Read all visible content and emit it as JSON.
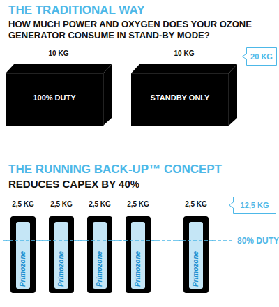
{
  "diagram": {
    "title": "THE TRADITIONAL WAY",
    "nodes": [
      {
        "text": [
          "10 KG",
          "100% DUTY"
        ]
      },
      {
        "text": [
          "10 KG",
          "STANDBY ONLY"
        ]
      },
      {
        "text": [
          "20 KG"
        ]
      },
      {
        "text": [
          "2,5 KG",
          "Primozone"
        ]
      },
      {
        "text": [
          "2,5 KG",
          "Primozone"
        ]
      },
      {
        "text": [
          "2,5 KG",
          "Primozone"
        ]
      },
      {
        "text": [
          "2,5 KG",
          "Primozone"
        ]
      },
      {
        "text": [
          "2,5 KG",
          "Primozone"
        ]
      },
      {
        "text": [
          "12,5 KG"
        ]
      }
    ],
    "labels": [
      "HOW MUCH POWER AND OXYGEN DOES YOUR OZONE GENERATOR CONSUME IN STAND-BY MODE?",
      "THE RUNNING BACK-UP™ CONCEPT",
      "REDUCES CAPEX BY 40%",
      "80% DUTY"
    ]
  }
}
